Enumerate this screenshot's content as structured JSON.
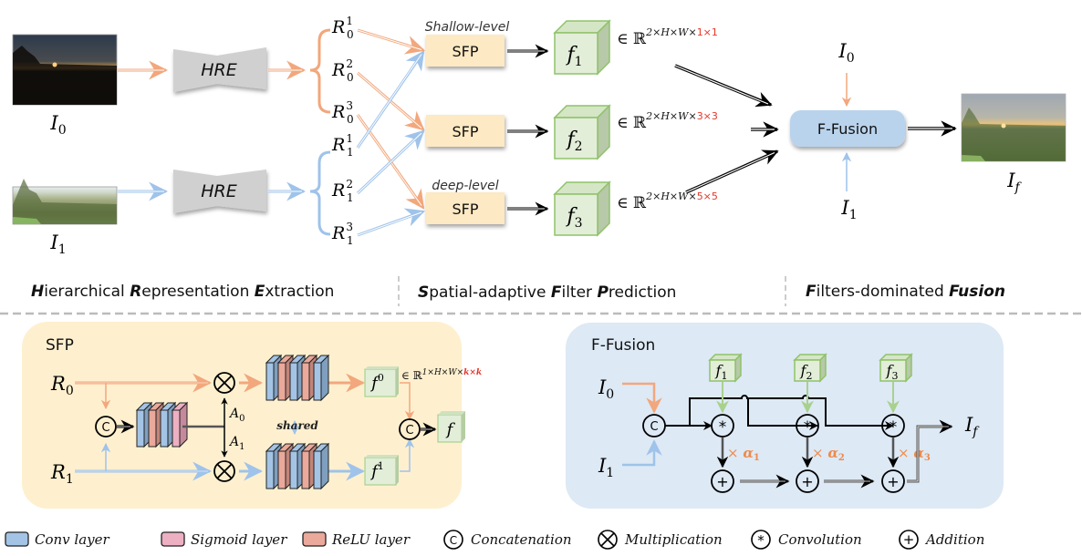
{
  "colors": {
    "orange": "#f2a77c",
    "blue": "#9fc3ea",
    "green_fill": "#e2eed8",
    "green_stroke": "#8fc26a",
    "green_arrow": "#a9d18e",
    "sfp_box": "#fde9c3",
    "sfp_panel": "#fef0cf",
    "fusion_panel": "#dde9f5",
    "fusion_box": "#b9d3ec",
    "hre_fill": "#d0d0d0",
    "conv": "#a4c4e6",
    "sigmoid": "#ecb0c2",
    "relu": "#eaa99b",
    "red": "#e8352a",
    "alpha": "#ee8a4a"
  },
  "top": {
    "input0": {
      "symbol": "I",
      "sub": "0",
      "image": "dark-sunset-landscape"
    },
    "input1": {
      "symbol": "I",
      "sub": "1",
      "image": "bright-forest-landscape"
    },
    "output": {
      "symbol": "I",
      "sub": "f",
      "image": "fused-landscape"
    },
    "hre_label": "HRE",
    "reps0": [
      {
        "base": "R",
        "sub": "0",
        "sup": "1"
      },
      {
        "base": "R",
        "sub": "0",
        "sup": "2"
      },
      {
        "base": "R",
        "sub": "0",
        "sup": "3"
      }
    ],
    "reps1": [
      {
        "base": "R",
        "sub": "1",
        "sup": "1"
      },
      {
        "base": "R",
        "sub": "1",
        "sup": "2"
      },
      {
        "base": "R",
        "sub": "1",
        "sup": "3"
      }
    ],
    "sfp_label": "SFP",
    "shallow_label": "Shallow-level",
    "deep_label": "deep-level",
    "filters": [
      {
        "base": "f",
        "sub": "1",
        "dim_prefix": "∈ ℝ",
        "dim_sup": "2×H×W×",
        "kernel": "1×1"
      },
      {
        "base": "f",
        "sub": "2",
        "dim_prefix": "∈ ℝ",
        "dim_sup": "2×H×W×",
        "kernel": "3×3"
      },
      {
        "base": "f",
        "sub": "3",
        "dim_prefix": "∈ ℝ",
        "dim_sup": "2×H×W×",
        "kernel": "5×5"
      }
    ],
    "fusion_label": "F-Fusion",
    "fusion_in0": {
      "symbol": "I",
      "sub": "0"
    },
    "fusion_in1": {
      "symbol": "I",
      "sub": "1"
    }
  },
  "sections": [
    {
      "parts": [
        {
          "t": "H",
          "b": true
        },
        {
          "t": "ierarchical  ",
          "b": false
        },
        {
          "t": "R",
          "b": true
        },
        {
          "t": "epresentation ",
          "b": false
        },
        {
          "t": "E",
          "b": true
        },
        {
          "t": "xtraction",
          "b": false
        }
      ]
    },
    {
      "parts": [
        {
          "t": "S",
          "b": true
        },
        {
          "t": "patial-adaptive ",
          "b": false
        },
        {
          "t": "F",
          "b": true
        },
        {
          "t": "ilter ",
          "b": false
        },
        {
          "t": "P",
          "b": true
        },
        {
          "t": "rediction",
          "b": false
        }
      ]
    },
    {
      "parts": [
        {
          "t": "F",
          "b": true
        },
        {
          "t": "ilters-dominated ",
          "b": false
        },
        {
          "t": "Fusion",
          "b": true
        }
      ]
    }
  ],
  "sfp_detail": {
    "title": "SFP",
    "r0": {
      "base": "R",
      "sub": "0"
    },
    "r1": {
      "base": "R",
      "sub": "1"
    },
    "a0": {
      "base": "A",
      "sub": "0"
    },
    "a1": {
      "base": "A",
      "sub": "1"
    },
    "shared": "shared",
    "f0": {
      "base": "f",
      "sup": "0"
    },
    "f1": {
      "base": "f",
      "sup": "1"
    },
    "f": "f",
    "dim_prefix": "∈ ℝ",
    "dim_sup": "1×H×W×",
    "kernel": "k×k",
    "concat_symbol": "C"
  },
  "fusion_detail": {
    "title": "F-Fusion",
    "i0": {
      "symbol": "I",
      "sub": "0"
    },
    "i1": {
      "symbol": "I",
      "sub": "1"
    },
    "out": {
      "symbol": "I",
      "sub": "f"
    },
    "filters": [
      {
        "base": "f",
        "sub": "1"
      },
      {
        "base": "f",
        "sub": "2"
      },
      {
        "base": "f",
        "sub": "3"
      }
    ],
    "alphas": [
      {
        "prefix": "× ",
        "base": "α",
        "sub": "1"
      },
      {
        "prefix": "× ",
        "base": "α",
        "sub": "2"
      },
      {
        "prefix": "× ",
        "base": "α",
        "sub": "3"
      }
    ],
    "concat_symbol": "C",
    "conv_symbol": "*",
    "add_symbol": "+"
  },
  "legend": [
    {
      "kind": "swatch",
      "color": "#a4c4e6",
      "label": "Conv layer"
    },
    {
      "kind": "swatch",
      "color": "#ecb0c2",
      "label": "Sigmoid layer"
    },
    {
      "kind": "swatch",
      "color": "#eaa99b",
      "label": "ReLU layer"
    },
    {
      "kind": "concat",
      "label": "Concatenation",
      "symbol": "C"
    },
    {
      "kind": "mult",
      "label": "Multiplication"
    },
    {
      "kind": "conv",
      "label": "Convolution",
      "symbol": "*"
    },
    {
      "kind": "add",
      "label": "Addition",
      "symbol": "+"
    }
  ]
}
